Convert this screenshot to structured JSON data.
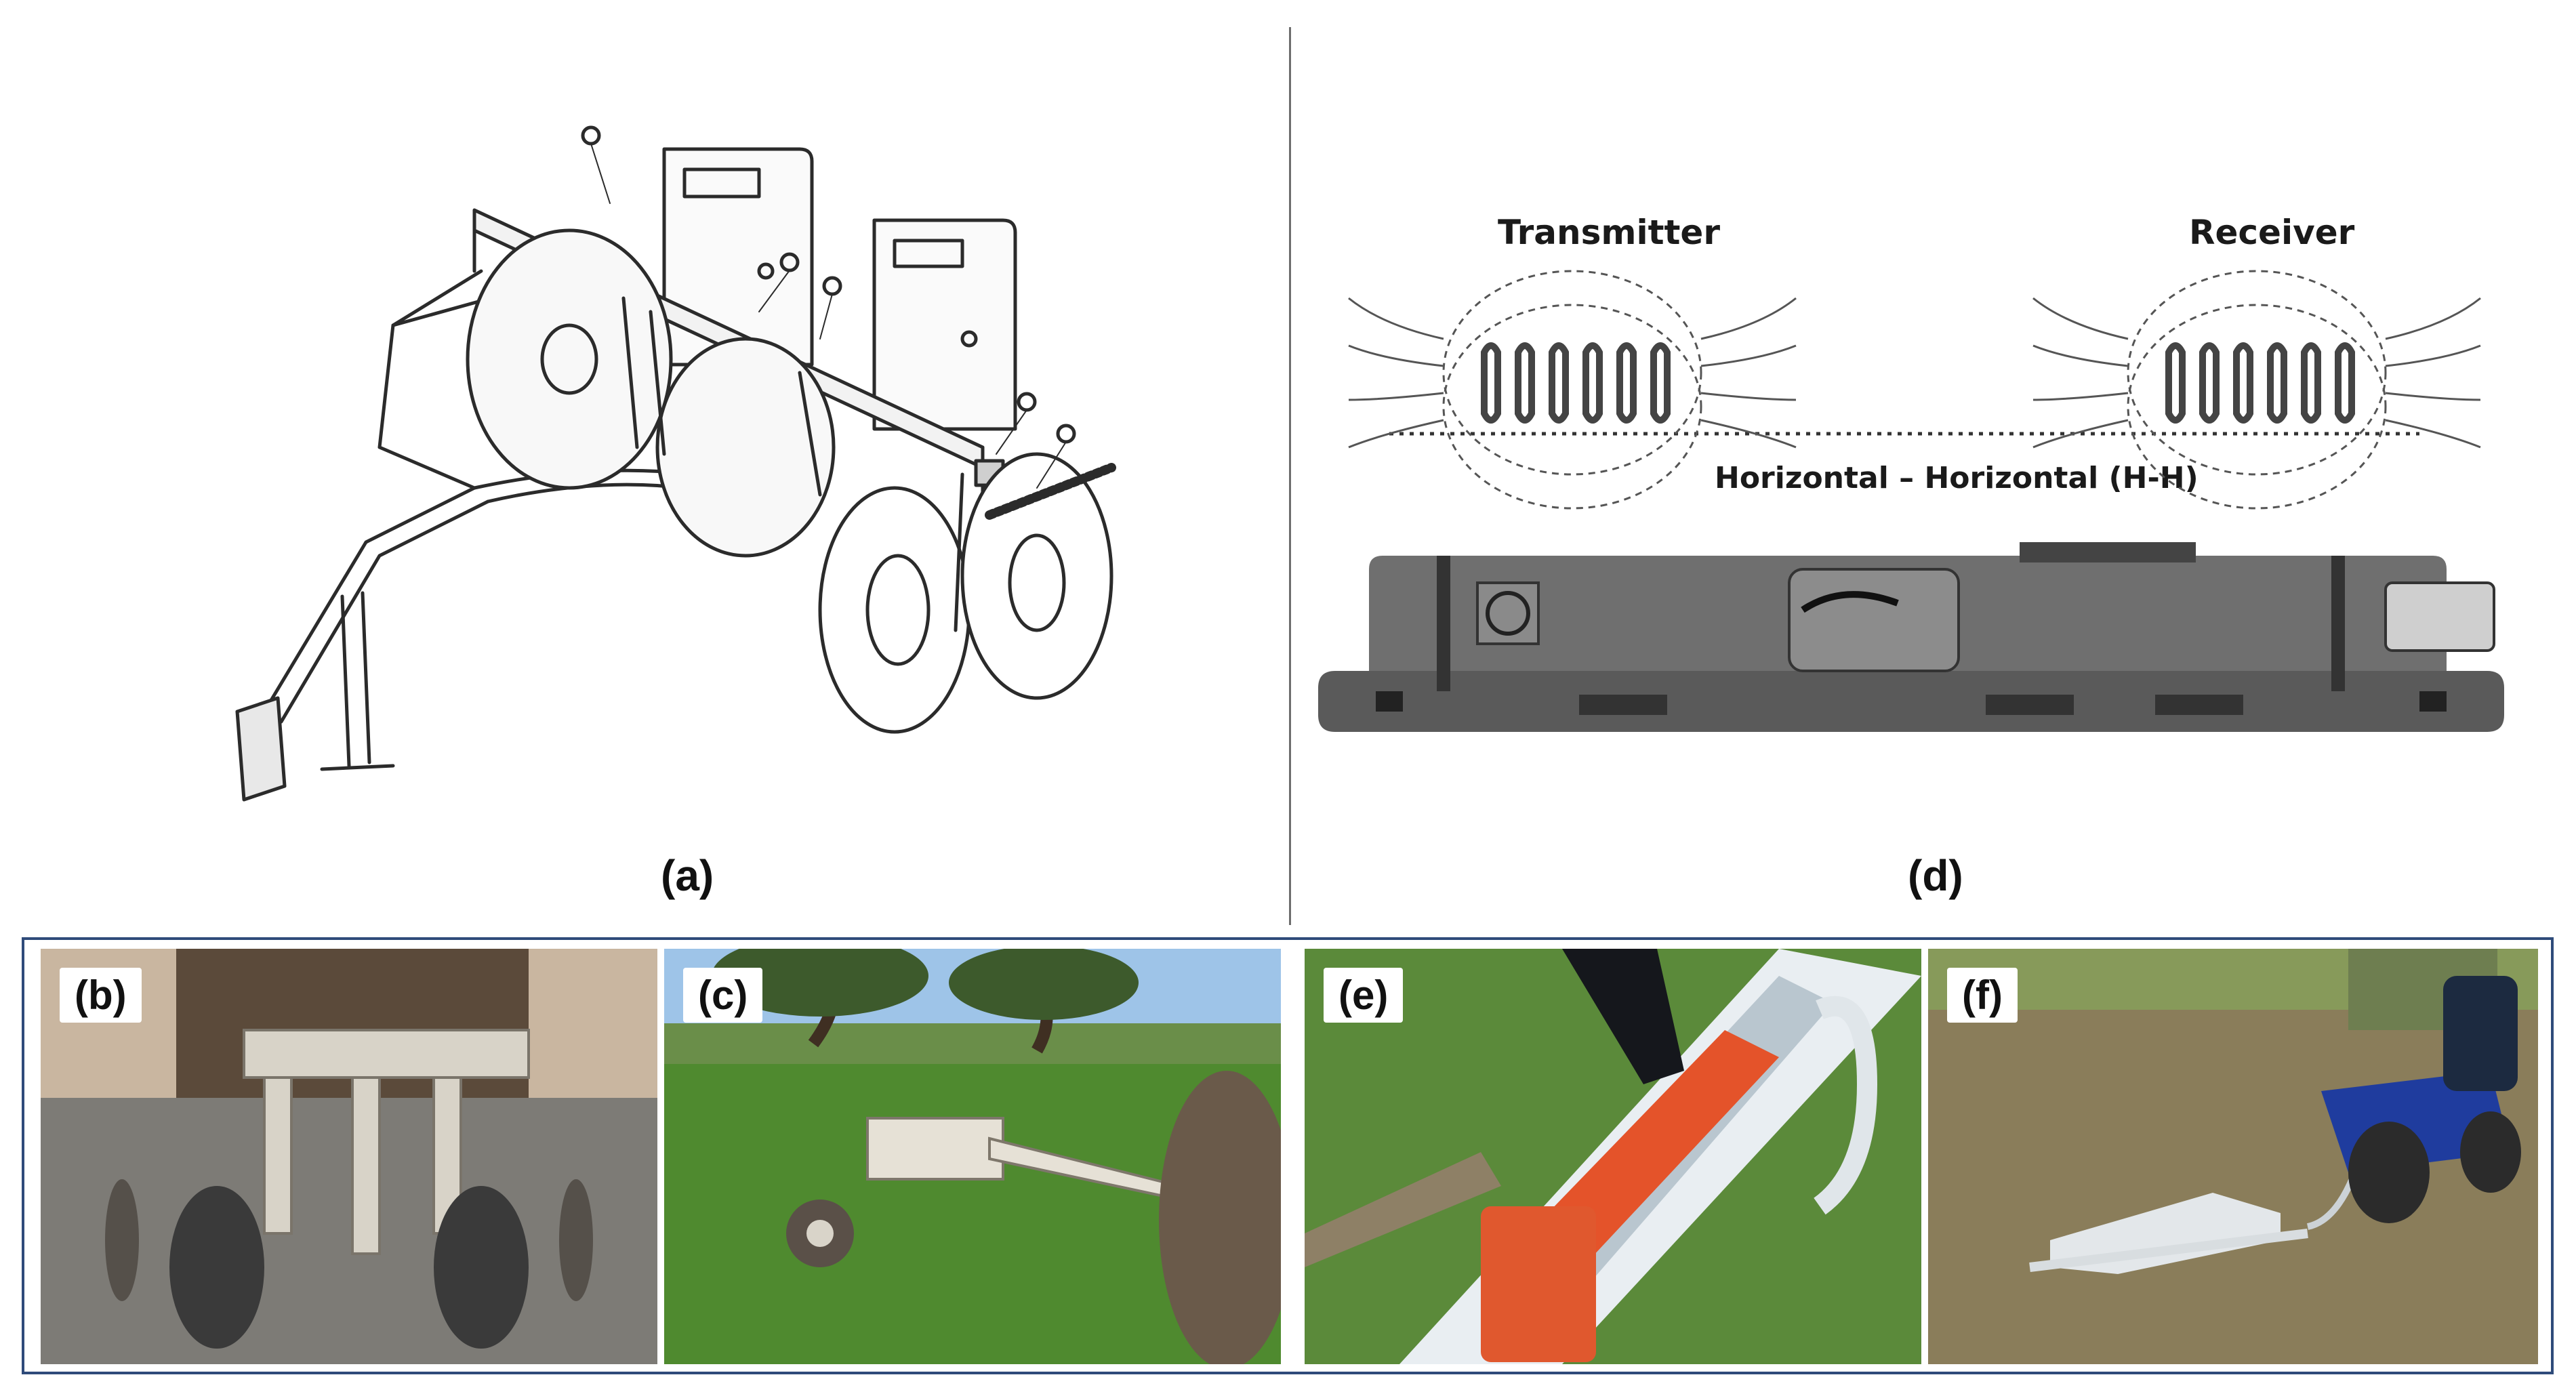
{
  "panels": {
    "a": {
      "caption": "(a)"
    },
    "d": {
      "caption": "(d)",
      "transmitter_label": "Transmitter",
      "receiver_label": "Receiver",
      "orientation_label": "Horizontal – Horizontal (H-H)"
    },
    "b": {
      "label": "(b)"
    },
    "c": {
      "label": "(c)"
    },
    "e": {
      "label": "(e)"
    },
    "f": {
      "label": "(f)"
    }
  }
}
